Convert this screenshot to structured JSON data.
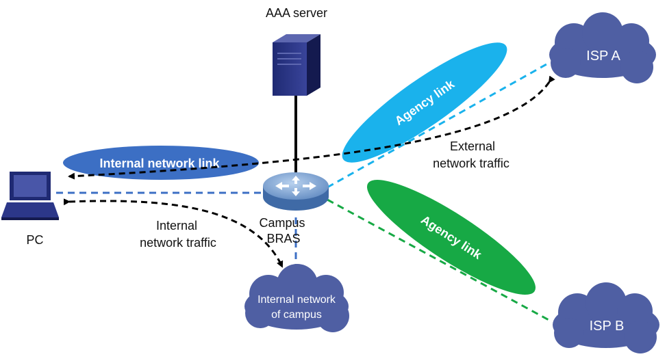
{
  "nodes": {
    "aaa_server": {
      "label": "AAA server"
    },
    "pc": {
      "label": "PC"
    },
    "bras": {
      "label_line1": "Campus",
      "label_line2": "BRAS"
    },
    "isp_a": {
      "label": "ISP A"
    },
    "isp_b": {
      "label": "ISP B"
    },
    "campus_net": {
      "label_line1": "Internal network",
      "label_line2": "of campus"
    }
  },
  "links": {
    "internal_link": {
      "label": "Internal network link",
      "color": "#3c6fc4"
    },
    "agency_link_a": {
      "label": "Agency link",
      "color": "#1ab2ec"
    },
    "agency_link_b": {
      "label": "Agency link",
      "color": "#17a945"
    }
  },
  "traffic": {
    "external": {
      "label_line1": "External",
      "label_line2": "network traffic"
    },
    "internal": {
      "label_line1": "Internal",
      "label_line2": "network traffic"
    }
  },
  "colors": {
    "cloud": "#4f5fa3",
    "pc_line": "#3c6fc4",
    "isp_a_line": "#1ab2ec",
    "isp_b_line": "#17a945",
    "traffic_arrow": "#000000"
  }
}
